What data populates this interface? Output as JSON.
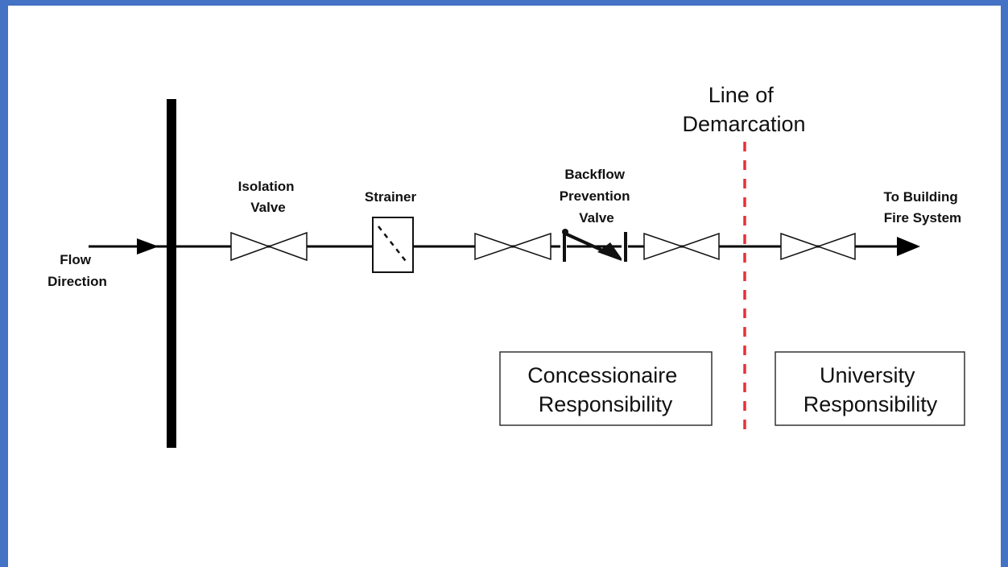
{
  "labels": {
    "flow_direction": [
      "Flow",
      "Direction"
    ],
    "isolation_valve": [
      "Isolation",
      "Valve"
    ],
    "strainer": "Strainer",
    "backflow_valve": [
      "Backflow",
      "Prevention",
      "Valve"
    ],
    "to_building": [
      "To Building",
      "Fire System"
    ],
    "line_of_demarcation": [
      "Line of",
      "Demarcation"
    ]
  },
  "responsibility_boxes": {
    "concessionaire": [
      "Concessionaire",
      "Responsibility"
    ],
    "university": [
      "University",
      "Responsibility"
    ]
  },
  "colors": {
    "frame": "#4472c4",
    "demarcation_line": "#e8303a",
    "pipe": "#000000"
  }
}
